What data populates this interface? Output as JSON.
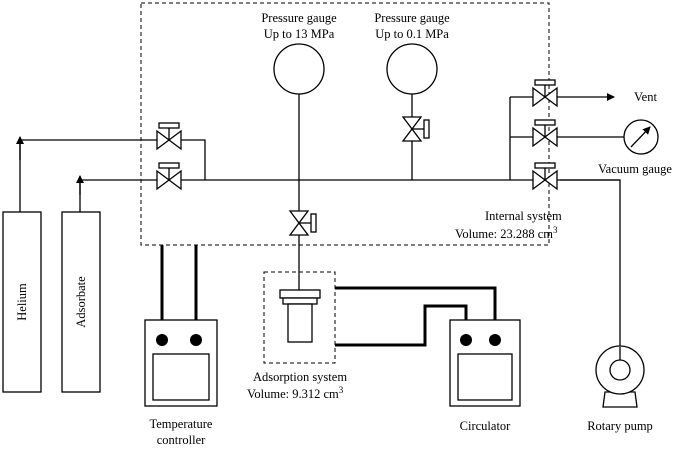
{
  "labels": {
    "pg13_line1": "Pressure gauge",
    "pg13_line2": "Up to 13 MPa",
    "pg01_line1": "Pressure gauge",
    "pg01_line2": "Up to 0.1 MPa",
    "vent": "Vent",
    "vacuum_gauge": "Vacuum gauge",
    "internal_line1": "Internal system",
    "internal_line2": "Volume: 23.288 cm",
    "internal_sup": "3",
    "helium": "Helium",
    "adsorbate": "Adsorbate",
    "adsorption_line1": "Adsorption system",
    "adsorption_line2": "Volume: 9.312 cm",
    "adsorption_sup": "3",
    "temp_line1": "Temperature",
    "temp_line2": "controller",
    "circulator": "Circulator",
    "rotary_pump": "Rotary pump"
  }
}
